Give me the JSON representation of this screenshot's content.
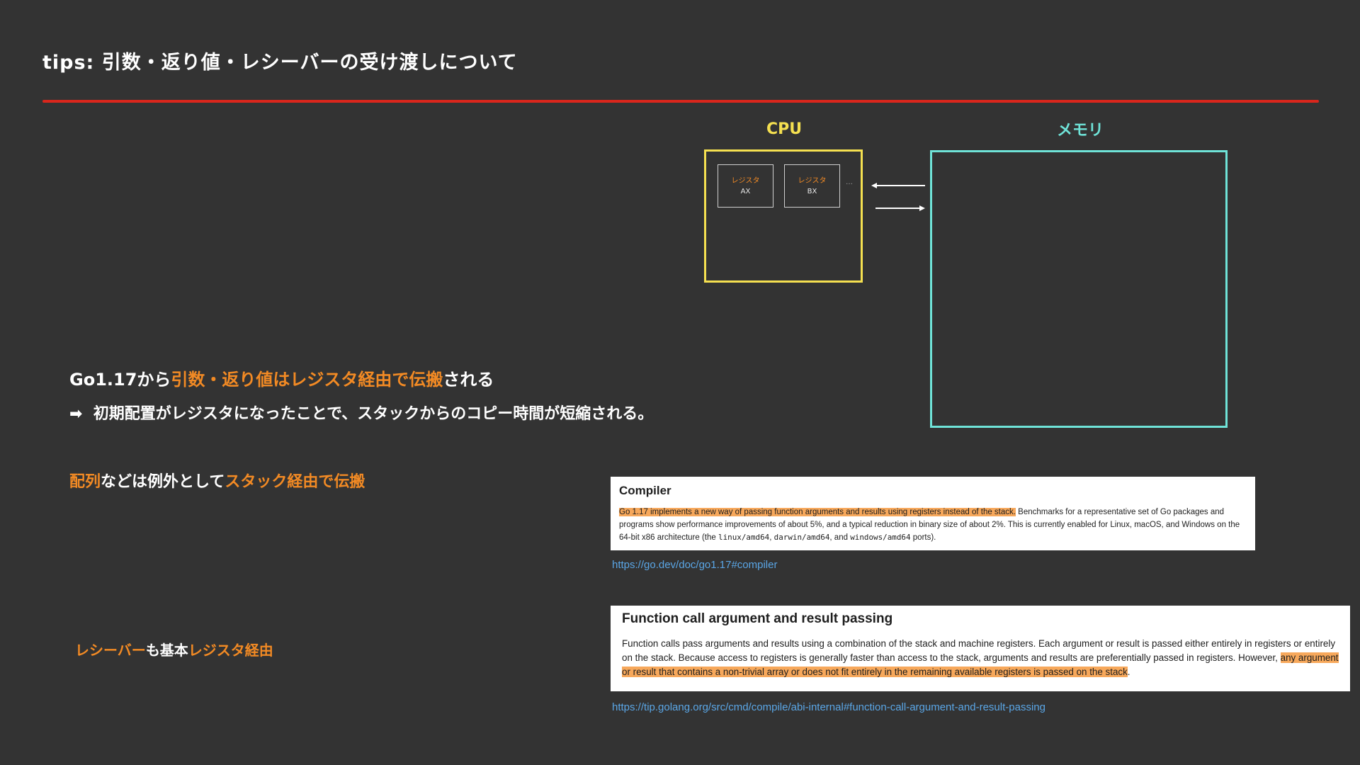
{
  "slide": {
    "title": "tips: 引数・返り値・レシーバーの受け渡しについて"
  },
  "main_points": {
    "line1": {
      "part1": "Go1.17から",
      "part2": "引数・返り値はレジスタ経由で伝搬",
      "part3": "される"
    },
    "line2": {
      "arrow": "➡",
      "part1": "初期配置がレジスタになったことで、スタックからのコピー時間が短縮される。"
    },
    "arrays": {
      "part1": "配列",
      "part2": "などは例外として",
      "part3": "スタック",
      "part4": "経由で伝搬"
    },
    "receiver": {
      "part1": "レシーバー",
      "part2": "も基本",
      "part3": "レジスタ経由"
    }
  },
  "diagram": {
    "cpu_label": "CPU",
    "memory_label": "メモリ",
    "registers": [
      {
        "name": "レジスタ",
        "id": "AX"
      },
      {
        "name": "レジスタ",
        "id": "BX"
      }
    ],
    "ellipsis": "…",
    "colors": {
      "cpu": "#f5e050",
      "memory": "#6fe3d8",
      "accent": "#f28a24",
      "rule": "#d9261c"
    }
  },
  "doc_compiler": {
    "heading": "Compiler",
    "highlight": "Go 1.17 implements a new way of passing function arguments and results using registers instead of the stack.",
    "body1": " Benchmarks for a representative set of Go packages and programs show performance improvements of about 5%, and a typical reduction in binary size of about 2%. This is currently enabled for Linux, macOS, and Windows on the 64-bit x86 architecture (the ",
    "code1": "linux/amd64",
    "sep1": ", ",
    "code2": "darwin/amd64",
    "sep2": ", and ",
    "code3": "windows/amd64",
    "body2": " ports).",
    "link": "https://go.dev/doc/go1.17#compiler"
  },
  "doc_abi": {
    "heading": "Function call argument and result passing",
    "body1": "Function calls pass arguments and results using a combination of the stack and machine registers. Each argument or result is passed either entirely in registers or entirely on the stack. Because access to registers is generally faster than access to the stack, arguments and results are preferentially passed in registers. However, ",
    "highlight": "any argument or result that contains a non-trivial array or does not fit entirely in the remaining available registers is passed on the stack",
    "body2": ".",
    "link": "https://tip.golang.org/src/cmd/compile/abi-internal#function-call-argument-and-result-passing"
  }
}
